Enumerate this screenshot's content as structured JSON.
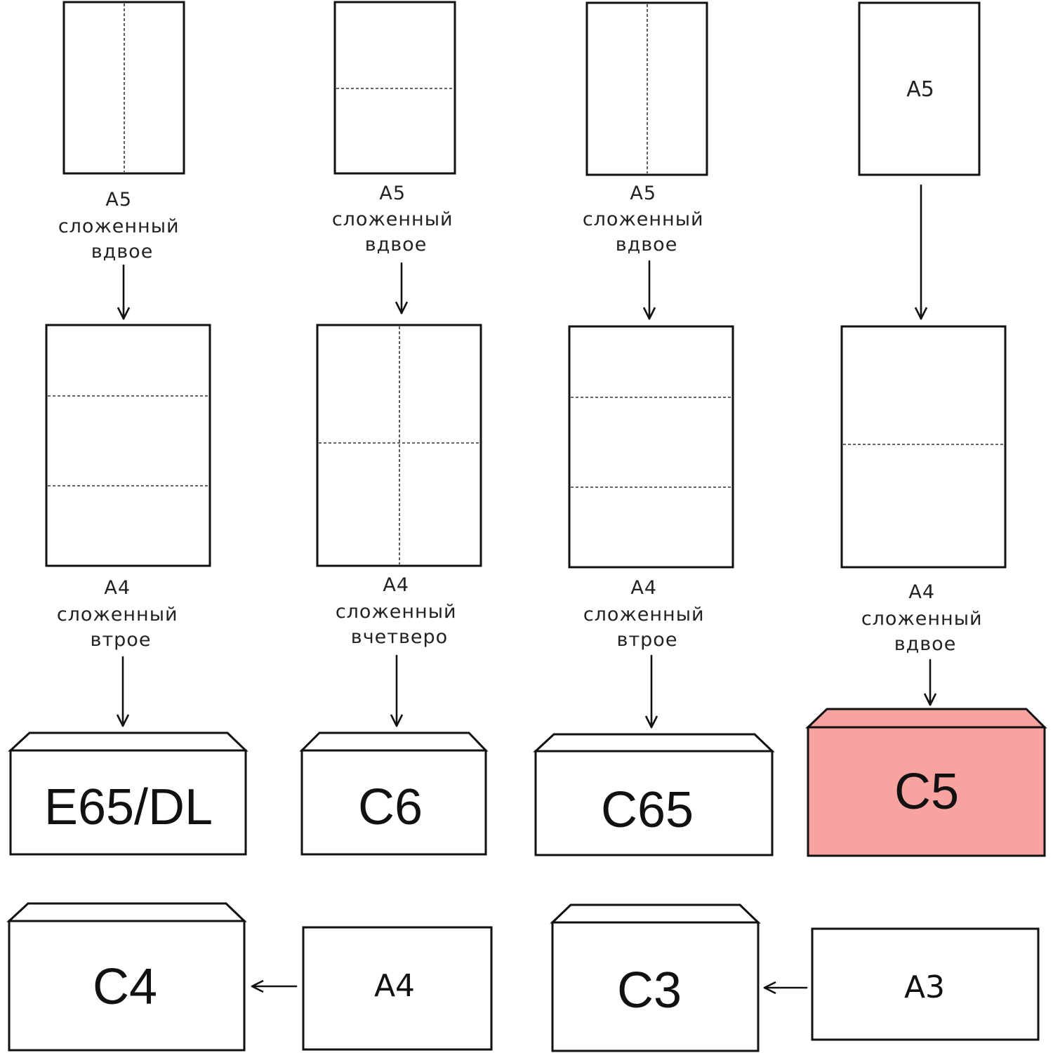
{
  "colors": {
    "stroke": "#111111",
    "envelope_default": "#ffffff",
    "envelope_highlight": "#f7a3a0"
  },
  "columns": [
    {
      "step1_label": {
        "size": "A5",
        "fold_line1": "сложенный",
        "fold_line2": "вдвое"
      },
      "step2_label": {
        "size": "A4",
        "fold_line1": "сложенный",
        "fold_line2": "втрое"
      },
      "envelope": "E65/DL"
    },
    {
      "step1_label": {
        "size": "A5",
        "fold_line1": "сложенный",
        "fold_line2": "вдвое"
      },
      "step2_label": {
        "size": "A4",
        "fold_line1": "сложенный",
        "fold_line2": "вчетверо"
      },
      "envelope": "C6"
    },
    {
      "step1_label": {
        "size": "A5",
        "fold_line1": "сложенный",
        "fold_line2": "вдвое"
      },
      "step2_label": {
        "size": "A4",
        "fold_line1": "сложенный",
        "fold_line2": "втрое"
      },
      "envelope": "C65"
    },
    {
      "step1_sheet_text": "A5",
      "step2_label": {
        "size": "A4",
        "fold_line1": "сложенный",
        "fold_line2": "вдвое"
      },
      "envelope": "C5",
      "highlighted": true
    }
  ],
  "bottom_row": [
    {
      "paper": "A4",
      "envelope": "C4"
    },
    {
      "paper": "A3",
      "envelope": "C3"
    }
  ]
}
